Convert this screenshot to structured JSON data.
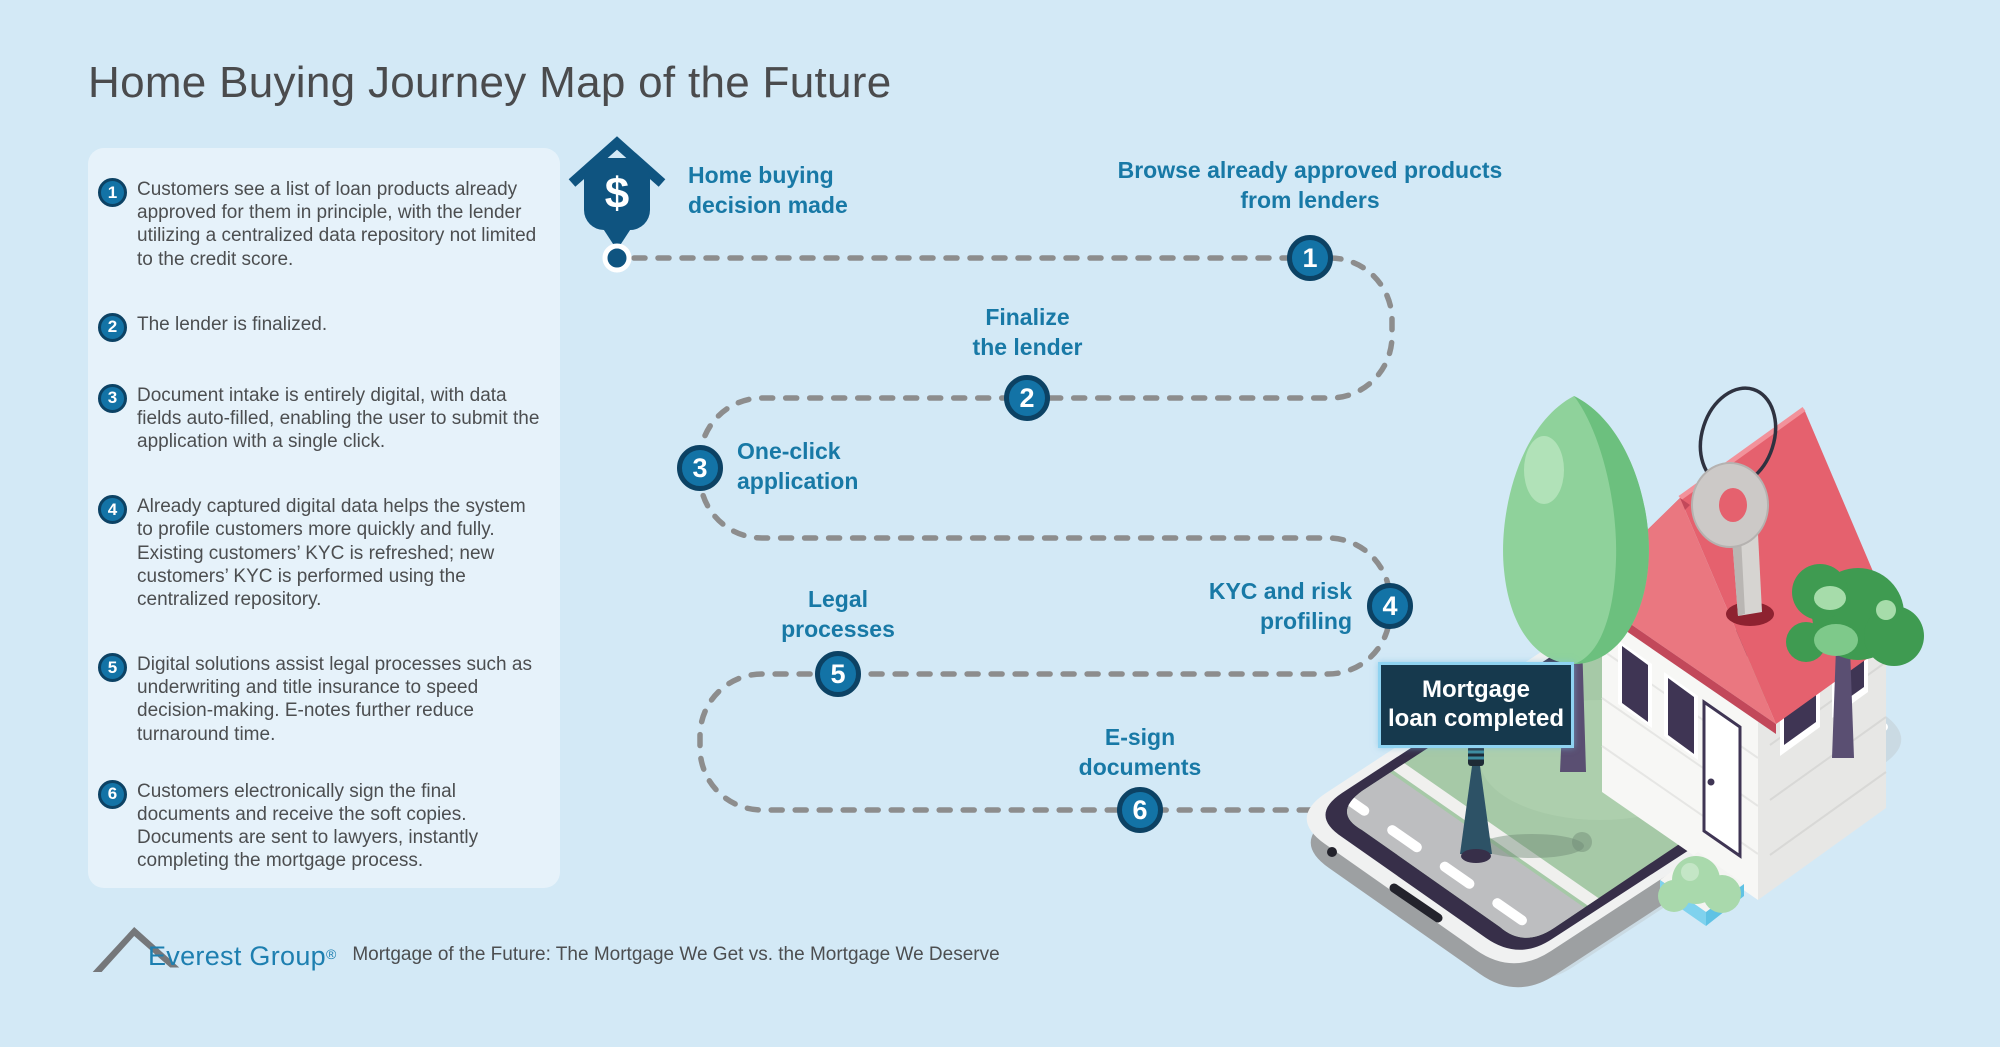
{
  "title": "Home Buying Journey Map of the Future",
  "steps_panel": {
    "items": [
      {
        "num": "1",
        "text": "Customers see a list of loan products already approved for them in principle, with the lender utilizing a centralized data repository not limited to the credit score."
      },
      {
        "num": "2",
        "text": "The lender is finalized."
      },
      {
        "num": "3",
        "text": "Document intake is entirely digital, with data fields auto-filled, enabling the user to submit the application with a single click."
      },
      {
        "num": "4",
        "text": "Already captured digital data helps the system to profile customers more quickly and fully. Existing customers’ KYC is refreshed; new customers’ KYC is performed using the centralized repository."
      },
      {
        "num": "5",
        "text": "Digital solutions assist legal processes such as underwriting and title insurance to speed decision-making. E-notes further reduce turnaround time."
      },
      {
        "num": "6",
        "text": "Customers electronically sign the final documents and receive the soft copies. Documents are sent to lawyers, instantly completing the mortgage process."
      }
    ]
  },
  "journey": {
    "pin_symbol": "$",
    "start_label": "Home buying\ndecision made",
    "nodes": [
      {
        "num": "1",
        "label": "Browse already approved products\nfrom lenders"
      },
      {
        "num": "2",
        "label": "Finalize\nthe lender"
      },
      {
        "num": "3",
        "label": "One-click\napplication"
      },
      {
        "num": "4",
        "label": "KYC and risk\nprofiling"
      },
      {
        "num": "5",
        "label": "Legal\nprocesses"
      },
      {
        "num": "6",
        "label": "E-sign\ndocuments"
      }
    ],
    "completion_label": "Mortgage\nloan completed"
  },
  "footer": {
    "logo": "Everest Group",
    "registered": "®",
    "caption": "Mortgage of the Future: The Mortgage We Get vs. the Mortgage We Deserve"
  },
  "colors": {
    "background": "#d3e9f6",
    "panel": "#e6f2fa",
    "node_fill": "#1373a6",
    "node_ring": "#0c4264",
    "label_teal": "#1879a6",
    "text_gray": "#4c4e50",
    "dash_gray": "#8d8d8d",
    "pin_blue": "#0f5480",
    "sign_bg": "#16394d",
    "sign_border": "#8fd3f1",
    "logo_blue": "#1d7fb0",
    "roof_red": "#e5616e",
    "lawn_green": "#a6c9a7",
    "tree_green": "#3f9b51",
    "tree_light_green": "#8fd29b"
  }
}
